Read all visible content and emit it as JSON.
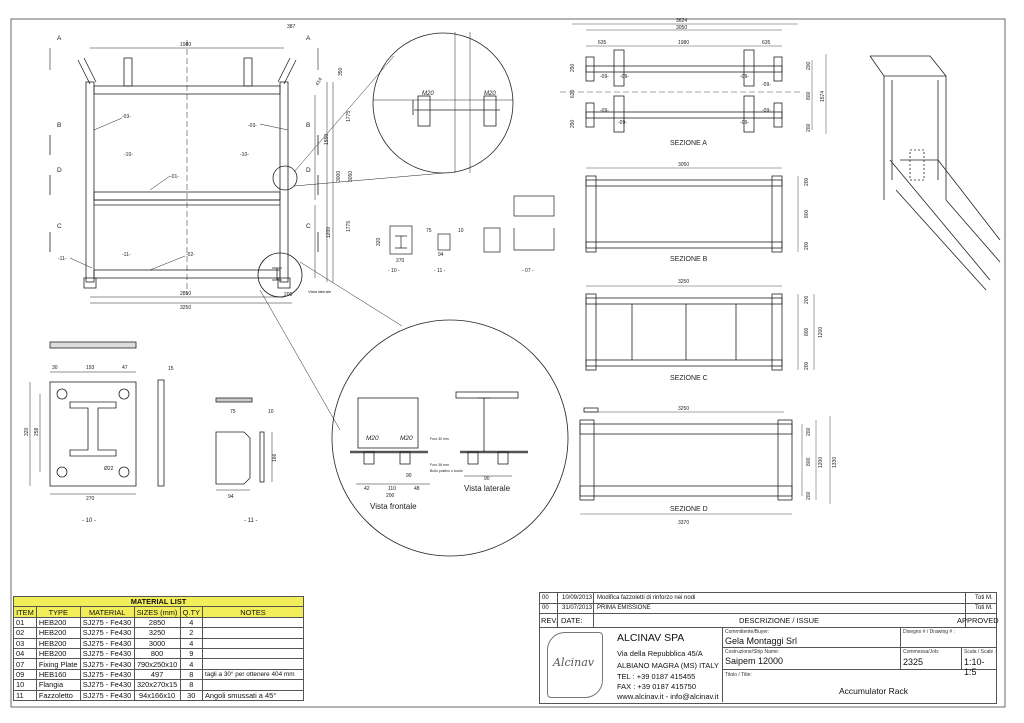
{
  "drawing": {
    "section_markers": [
      "A",
      "A",
      "B",
      "B",
      "D",
      "D",
      "C",
      "C"
    ],
    "front_view": {
      "dims": [
        "1980",
        "387",
        "350",
        "414",
        "1775",
        "1550",
        "3000",
        "3050",
        "1200",
        "1775",
        "2850",
        "3250",
        "200"
      ],
      "part_callouts": [
        "-03-",
        "-03-",
        "-10-",
        "-10-",
        "-01-",
        "-11-",
        "-11-",
        "-02-"
      ],
      "vista_laterale_small": "Vista laterale"
    },
    "detail_circle": {
      "labels": [
        "M20",
        "M20"
      ]
    },
    "bolt_detail": {
      "labels": [
        "M20",
        "M20"
      ],
      "dims": [
        "42",
        "110",
        "48",
        "200",
        "90",
        "90"
      ],
      "notes": [
        "Foro 30 mm",
        "Foro 36 mm",
        "Bullo postino o tondo"
      ],
      "vista_frontale": "Vista frontale",
      "vista_laterale": "Vista laterale"
    },
    "small_parts": {
      "labels": [
        "- 10 -",
        "- 11 -",
        "- 07 -"
      ],
      "dims": [
        "320",
        "270",
        "75",
        "94",
        "10"
      ]
    },
    "flange_detail": {
      "dims": [
        "193",
        "47",
        "30",
        "15",
        "320",
        "258",
        "270",
        "Ø22"
      ],
      "label": "- 10 -"
    },
    "gusset_detail": {
      "dims": [
        "75",
        "10",
        "166",
        "94"
      ],
      "label": "- 11 -"
    },
    "section_a": {
      "title": "SEZIONE A",
      "dims": [
        "3624",
        "3050",
        "635",
        "1980",
        "635",
        "290",
        "620",
        "290",
        "800",
        "1574",
        "200",
        "200"
      ],
      "callouts": [
        "-09-",
        "-09-",
        "-09-",
        "-09-",
        "-09-",
        "-09-",
        "-09-",
        "-09-"
      ]
    },
    "section_b": {
      "title": "SEZIONE B",
      "dims": [
        "3050",
        "200",
        "800",
        "200"
      ]
    },
    "section_c": {
      "title": "SEZIONE C",
      "dims": [
        "3250",
        "200",
        "800",
        "200",
        "1200"
      ]
    },
    "section_d": {
      "title": "SEZIONE D",
      "dims": [
        "3250",
        "200",
        "800",
        "1200",
        "1330",
        "200",
        "3370"
      ]
    }
  },
  "material_list": {
    "title": "MATERIAL LIST",
    "columns": [
      "ITEM",
      "TYPE",
      "MATERIAL",
      "SIZES  (mm)",
      "Q.TY",
      "NOTES"
    ],
    "rows": [
      [
        "01",
        "HEB200",
        "SJ275 - Fe430",
        "2850",
        "4",
        ""
      ],
      [
        "02",
        "HEB200",
        "SJ275 - Fe430",
        "3250",
        "2",
        ""
      ],
      [
        "03",
        "HEB200",
        "SJ275 - Fe430",
        "3000",
        "4",
        ""
      ],
      [
        "04",
        "HEB200",
        "SJ275 - Fe430",
        "800",
        "9",
        ""
      ],
      [
        "07",
        "Fixing Plate",
        "SJ275 - Fe430",
        "790x250x10",
        "4",
        ""
      ],
      [
        "09",
        "HEB160",
        "SJ275 - Fe430",
        "497",
        "8",
        "tagli a 30° per ottenere 404 mm"
      ],
      [
        "10",
        "Flangia",
        "SJ275 - Fe430",
        "320x270x15",
        "8",
        ""
      ],
      [
        "11",
        "Fazzoletto",
        "SJ275 - Fe430",
        "94x166x10",
        "30",
        "Angoli smussati a 45°"
      ]
    ]
  },
  "title_block": {
    "revisions": [
      {
        "rev": "00",
        "date": "10/09/2013",
        "desc": "Modifica fazzoletti di rinforzo nei nodi",
        "by": "Toti M."
      },
      {
        "rev": "00",
        "date": "31/07/2013",
        "desc": "PRIMA EMISSIONE",
        "by": "Toti M."
      }
    ],
    "headers": {
      "rev": "REV.",
      "date": "DATE:",
      "desc": "DESCRIZIONE / ISSUE",
      "approved": "APPROVED"
    },
    "logo_text": "Alcinav",
    "company": "ALCINAV SPA",
    "address": [
      "Via della Repubblica 45/A",
      "ALBIANO MAGRA (MS) ITALY",
      "TEL : +39 0187 415455",
      "FAX : +39 0187 415750",
      "www.alcinav.it - info@alcinav.it"
    ],
    "buyer_label": "Committente/Buyer:",
    "buyer": "Gela Montaggi Srl",
    "ship_label": "Costruzione/Ship Name:",
    "ship": "Saipem 12000",
    "title_label": "Titolo / Title:",
    "title": "Accumulator Rack",
    "drawing_no_label": "Disegno # / Drawing # :",
    "job_label": "Commessa/Job:",
    "job": "2325",
    "scale_label": "Scala / Scale :",
    "scale": "1:10- 1:5"
  }
}
